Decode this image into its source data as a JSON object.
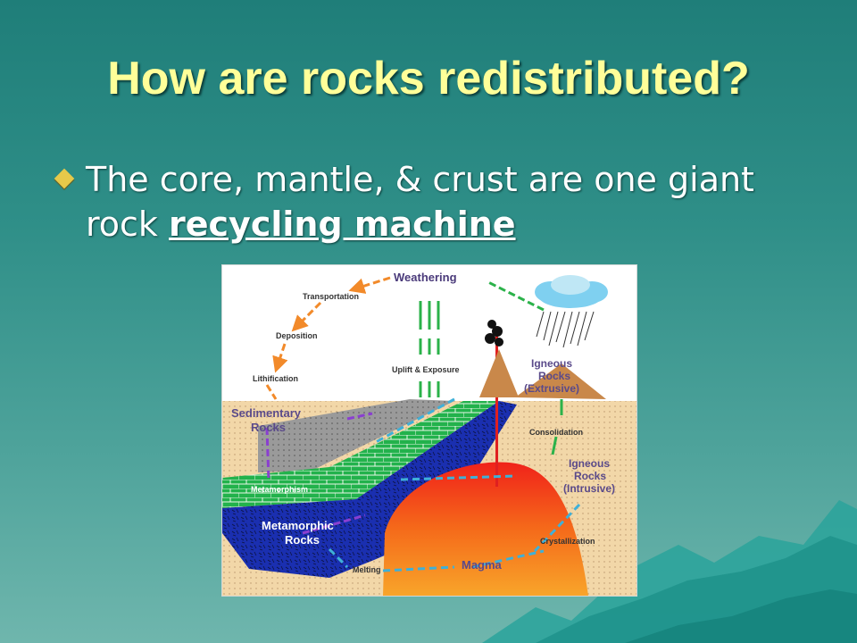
{
  "slide": {
    "title": "How are rocks redistributed?",
    "bullet": {
      "icon": "diamond-bullet-icon",
      "text_before": "The core, mantle, & crust are one giant rock ",
      "text_emphasis": "recycling machine"
    }
  },
  "diagram": {
    "labels": {
      "weathering": "Weathering",
      "transportation": "Transportation",
      "deposition": "Deposition",
      "lithification": "Lithification",
      "uplift": "Uplift & Exposure",
      "sedimentary_1": "Sedimentary",
      "sedimentary_2": "Rocks",
      "igneous_ext_1": "Igneous",
      "igneous_ext_2": "Rocks",
      "igneous_ext_3": "(Extrusive)",
      "consolidation": "Consolidation",
      "igneous_int_1": "Igneous",
      "igneous_int_2": "Rocks",
      "igneous_int_3": "(Intrusive)",
      "metamorphism": "Metamorphism",
      "metamorphic_1": "Metamorphic",
      "metamorphic_2": "Rocks",
      "crystallization": "Crystallization",
      "melting": "Melting",
      "magma": "Magma"
    },
    "colors": {
      "magma": "#f04a1a",
      "sedimentary_layer": "#22b24c",
      "metamorphic_layer": "#1a2fb0",
      "ground": "#f2d7a8",
      "cloud": "#7fd0f0"
    }
  }
}
